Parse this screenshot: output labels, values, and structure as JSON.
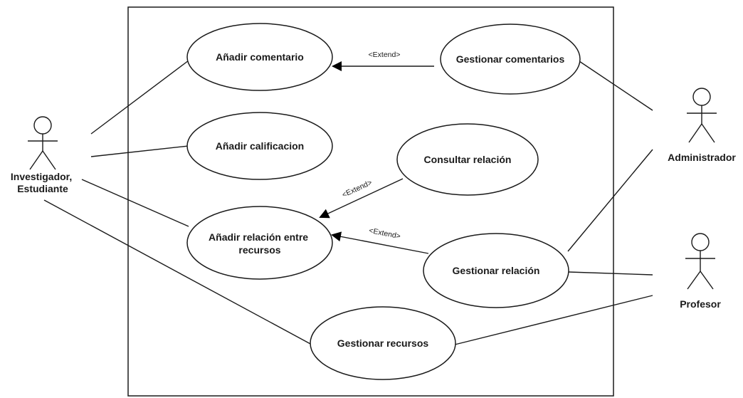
{
  "actors": {
    "investigador": {
      "lines": [
        "Investigador,",
        "Estudiante"
      ]
    },
    "administrador": {
      "lines": [
        "Administrador"
      ]
    },
    "profesor": {
      "lines": [
        "Profesor"
      ]
    }
  },
  "use_cases": {
    "anadir_comentario": {
      "lines": [
        "Añadir comentario"
      ]
    },
    "gestionar_comentarios": {
      "lines": [
        "Gestionar comentarios"
      ]
    },
    "anadir_calificacion": {
      "lines": [
        "Añadir calificacion"
      ]
    },
    "consultar_relacion": {
      "lines": [
        "Consultar relación"
      ]
    },
    "anadir_relacion": {
      "lines": [
        "Añadir relación entre",
        "recursos"
      ]
    },
    "gestionar_relacion": {
      "lines": [
        "Gestionar relación"
      ]
    },
    "gestionar_recursos": {
      "lines": [
        "Gestionar recursos"
      ]
    }
  },
  "extend_labels": {
    "comentarios": "<Extend>",
    "consultar": "<Extend>",
    "gestionar_relacion": "<Extend>"
  }
}
